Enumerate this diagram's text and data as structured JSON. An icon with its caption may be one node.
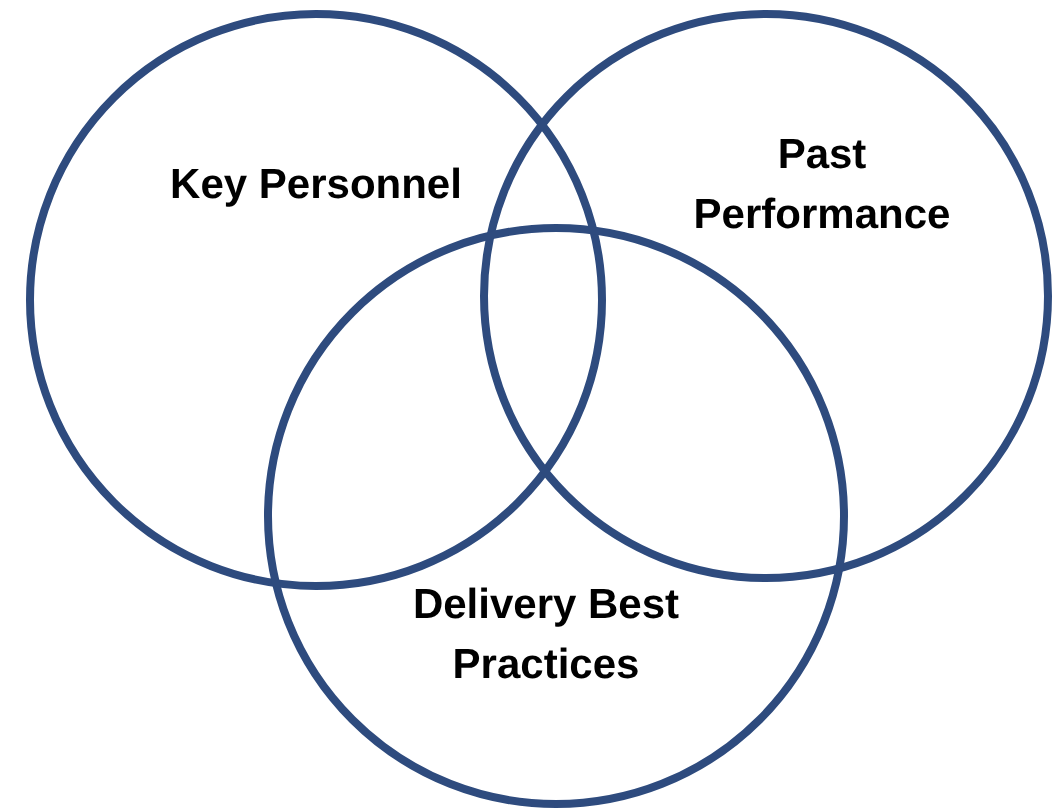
{
  "diagram": {
    "nodes": [
      {
        "text": [
          "Key Personnel"
        ]
      },
      {
        "text": [
          "Past Performance"
        ]
      },
      {
        "text": [
          "Delivery Best Practices"
        ]
      }
    ]
  }
}
